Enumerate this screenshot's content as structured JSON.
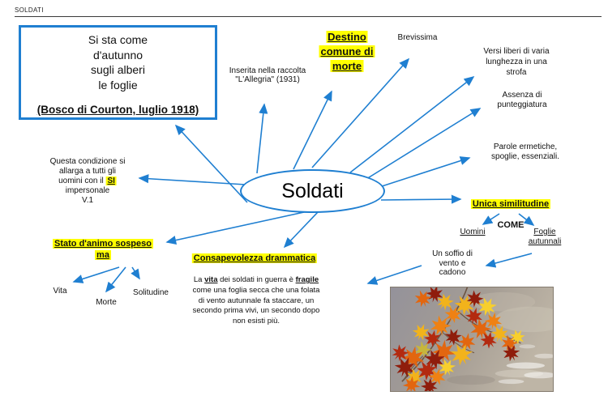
{
  "header": {
    "title": "SOLDATI"
  },
  "colors": {
    "accent_blue": "#1f7fd1",
    "highlight_yellow": "#ffff00"
  },
  "center": {
    "label": "Soldati"
  },
  "poem_box": {
    "poem": "Si sta come\nd'autunno\nsugli alberi\nle foglie",
    "caption": "(Bosco di Courton, luglio 1918)"
  },
  "nodes": {
    "inserita": "Inserita nella raccolta\n\"L'Allegria\" (1931)",
    "destino": "Destino\ncomune di\nmorte",
    "brevissima": "Brevissima",
    "versi": "Versi liberi di varia\nlunghezza in una\nstrofa",
    "assenza": "Assenza di\npunteggiatura",
    "parole": "Parole ermetiche,\nspoglie, essenziali.",
    "unica_title": "Unica similitudine",
    "unica_come": "COME",
    "uomini": "Uomini",
    "foglie": "Foglie\nautunnali",
    "un_soffio": "Un soffio di\nvento e\ncadono",
    "questa_pre": "Questa condizione si\nallarga a tutti gli\nuomini con il ",
    "questa_si": "SI",
    "questa_post": "\nimpersonale\nV.1",
    "stato": "Stato d'animo sospeso\nma",
    "vita": "Vita",
    "morte": "Morte",
    "solitudine": "Solitudine",
    "consapevolezza_title": "Consapevolezza drammatica",
    "par_1": "La ",
    "par_vita": "vita",
    "par_2": " dei soldati in guerra è ",
    "par_fragile": "fragile",
    "par_rest": "\ncome una foglia secca che una folata\ndi vento autunnale fa staccare, un\nsecondo prima vivi, un secondo dopo\nnon esisti più."
  }
}
